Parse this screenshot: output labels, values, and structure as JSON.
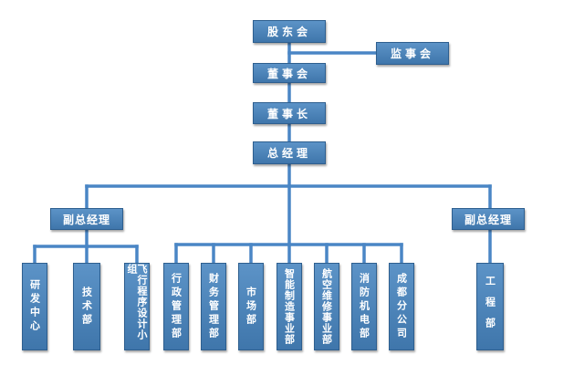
{
  "org_chart": {
    "line_color": "#4a86c5",
    "box_color": "#4f86bd",
    "shareholders_meeting": "股东会",
    "supervisory_board": "监事会",
    "board_of_directors": "董事会",
    "chairman": "董事长",
    "general_manager": "总经理",
    "deputy_gm_left": "副总经理",
    "deputy_gm_right": "副总经理",
    "departments": {
      "rd_center": "研发中心",
      "technical_dept": "技术部",
      "flight_procedure_design_group": "飞行程序设计小组",
      "administration_dept": "行政管理部",
      "finance_dept": "财务管理部",
      "marketing_dept": "市场部",
      "smart_manufacturing_division": "智能制造事业部",
      "aviation_maintenance_division": "航空维修事业部",
      "fire_electromechanical_dept": "消防机电部",
      "chengdu_branch": "成都分公司",
      "engineering_dept": "工程部"
    }
  }
}
